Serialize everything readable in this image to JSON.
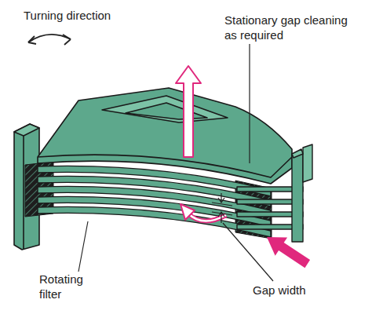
{
  "diagram": {
    "labels": [
      "Turning direction",
      "Stationary gap cleaning as required",
      "Rotating filter",
      "Gap width"
    ]
  }
}
